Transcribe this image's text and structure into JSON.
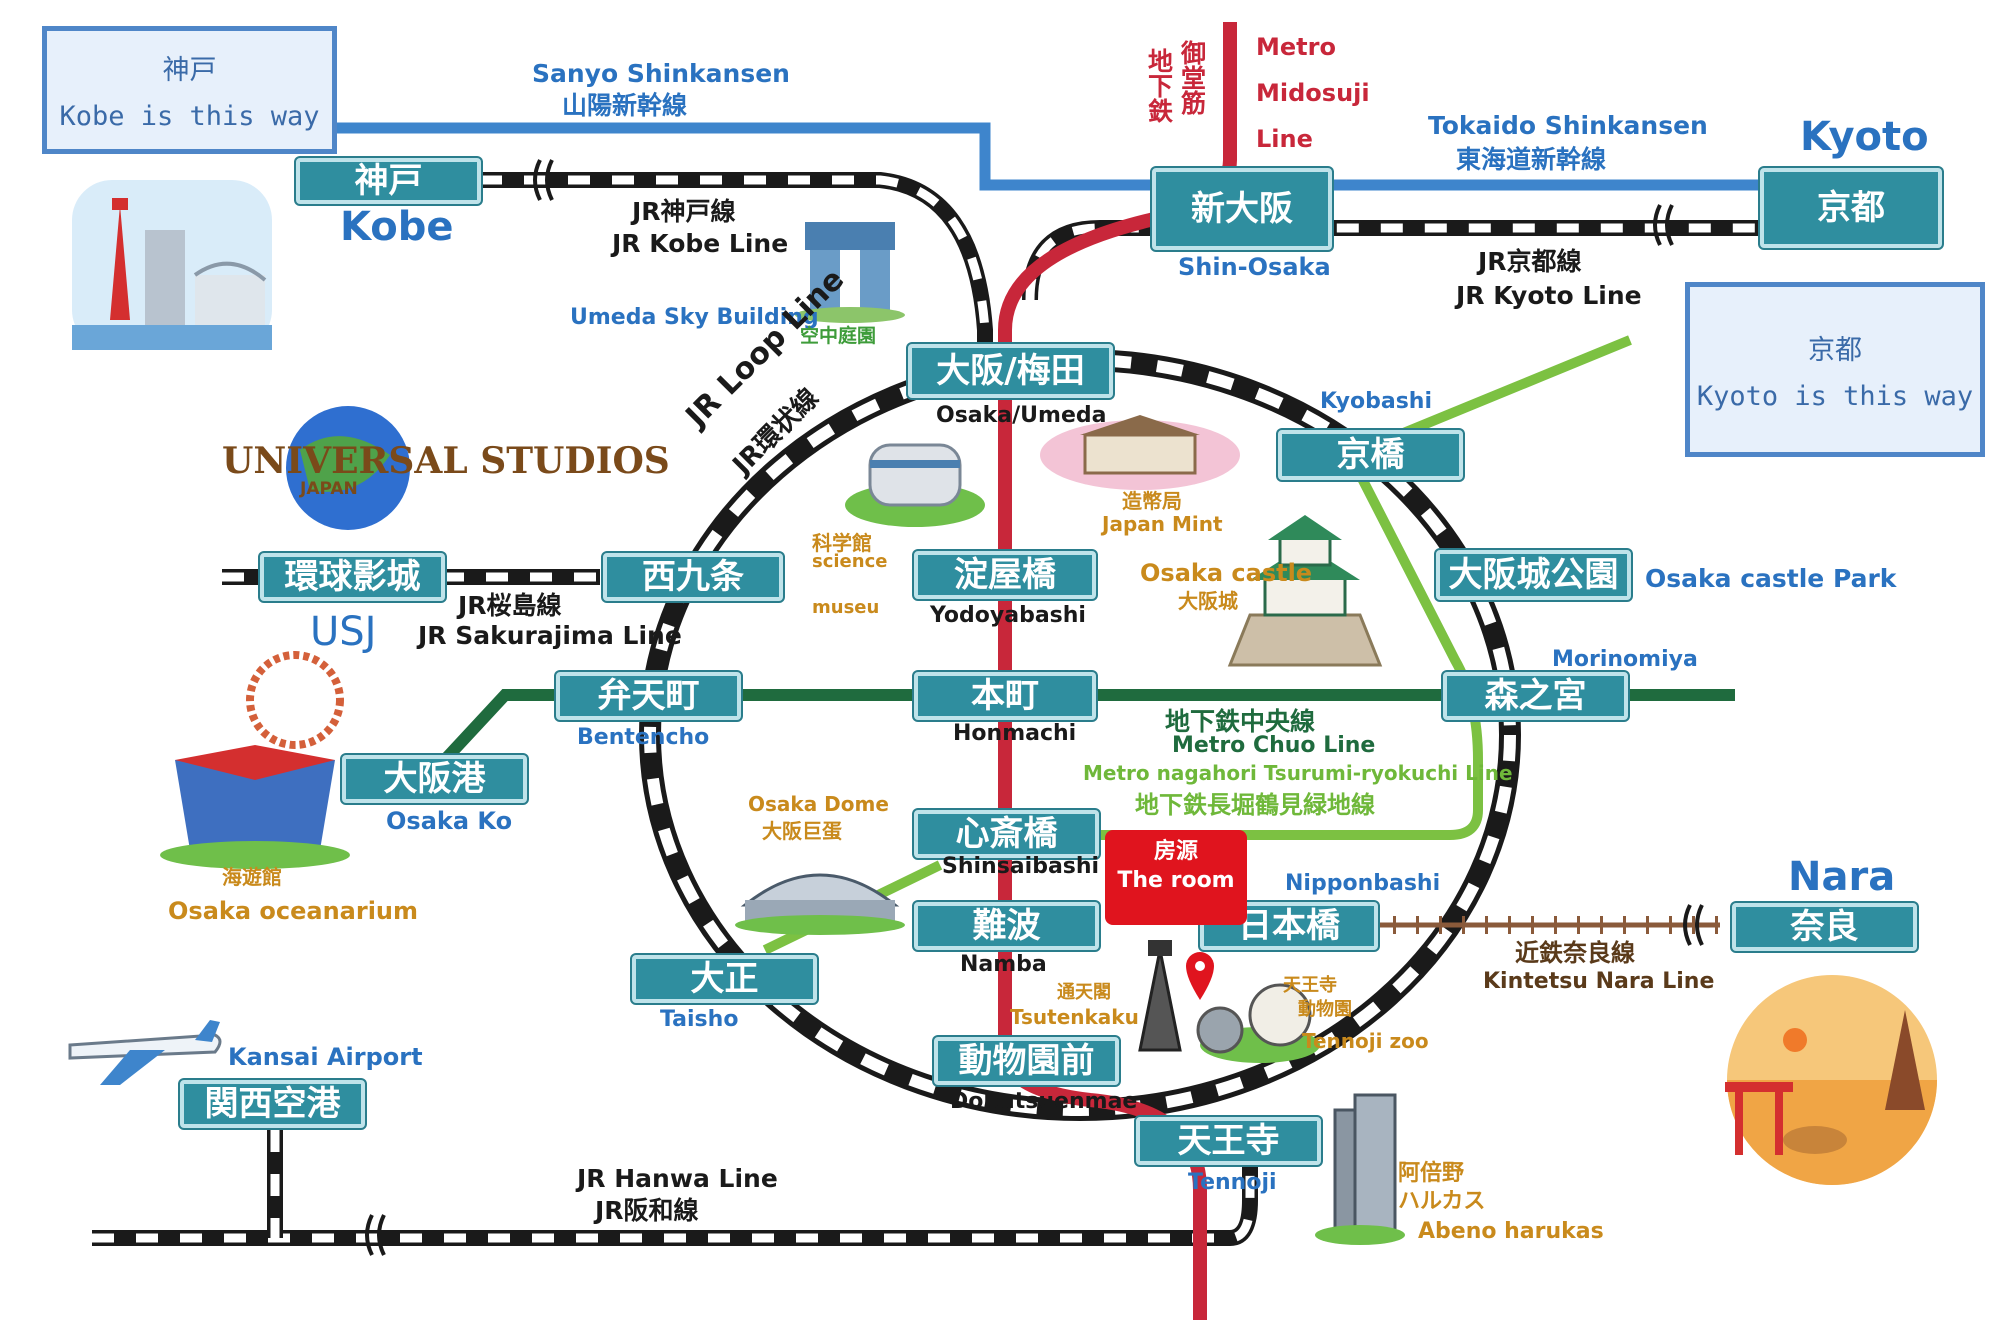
{
  "signs": {
    "kobe": {
      "jp": "神戸",
      "en": "Kobe is this way"
    },
    "kyoto": {
      "jp": "京都",
      "en": "Kyoto is this way"
    }
  },
  "stations": {
    "kobe": "神戸",
    "shin_osaka": "新大阪",
    "kyoto": "京都",
    "umeda": "大阪/梅田",
    "kyobashi": "京橋",
    "usj": "環球影城",
    "nishikujo": "西九条",
    "yodoyabashi": "淀屋橋",
    "osakajo_koen": "大阪城公園",
    "bentencho": "弁天町",
    "honmachi": "本町",
    "morinomiya": "森之宮",
    "osakako": "大阪港",
    "shinsaibashi": "心斎橋",
    "namba": "難波",
    "nipponbashi": "日本橋",
    "nara": "奈良",
    "taisho": "大正",
    "kansai_airport": "関西空港",
    "dobutsuenmae": "動物園前",
    "tennoji": "天王寺"
  },
  "labels": {
    "sanyo_en": "Sanyo Shinkansen",
    "sanyo_jp": "山陽新幹線",
    "tokaido_en": "Tokaido Shinkansen",
    "tokaido_jp": "東海道新幹線",
    "midosuji_jp": "御堂筋",
    "chikatetsu_jp": "地下鉄",
    "midosuji_en1": "Metro",
    "midosuji_en2": "Midosuji",
    "midosuji_en3": "Line",
    "kobe_city": "Kobe",
    "kyoto_city": "Kyoto",
    "nara_city": "Nara",
    "jr_kobe_jp": "JR神戸線",
    "jr_kobe_en": "JR Kobe Line",
    "jr_kyoto_jp": "JR京都線",
    "jr_kyoto_en": "JR Kyoto Line",
    "shin_osaka_en": "Shin-Osaka",
    "umeda_sky": "Umeda Sky Building",
    "kuchu_teien": "空中庭園",
    "loop_en": "JR Loop Line",
    "loop_jp": "JR環状線",
    "umeda_en": "Osaka/Umeda",
    "kyobashi_en": "Kyobashi",
    "japan_mint_jp": "造幣局",
    "japan_mint_en": "Japan Mint",
    "science_jp": "科学館",
    "science_en": "science",
    "museum_en": "museu",
    "osaka_castle_en": "Osaka castle",
    "osaka_castle_jp": "大阪城",
    "castle_park_en": "Osaka castle Park",
    "usj_en": "USJ",
    "universal_studios": "UNIVERSAL STUDIOS",
    "japan_word": "JAPAN",
    "sakurajima_jp": "JR桜島線",
    "sakurajima_en": "JR Sakurajima Line",
    "yodoyabashi_en": "Yodoyabashi",
    "morinomiya_en": "Morinomiya",
    "bentencho_en": "Bentencho",
    "honmachi_en": "Honmachi",
    "chuo_jp": "地下鉄中央線",
    "chuo_en": "Metro Chuo Line",
    "nagahori_en": "Metro nagahori Tsurumi-ryokuchi Line",
    "nagahori_jp": "地下鉄長堀鶴見緑地線",
    "osakako_en": "Osaka Ko",
    "osaka_dome_en": "Osaka Dome",
    "osaka_dome_jp": "大阪巨蛋",
    "kaiyukan_jp": "海遊館",
    "oceanarium_en": "Osaka oceanarium",
    "shinsaibashi_en": "Shinsaibashi",
    "room_jp": "房源",
    "room_en": "The room",
    "nipponbashi_en": "Nipponbashi",
    "namba_en": "Namba",
    "kintetsu_jp": "近鉄奈良線",
    "kintetsu_en": "Kintetsu Nara Line",
    "tsutenkaku_jp": "通天閣",
    "tsutenkaku_en": "Tsutenkaku",
    "tennoji_zoo_jp1": "天王寺",
    "tennoji_zoo_jp2": "動物園",
    "tennoji_zoo_en": "Tennoji zoo",
    "taisho_en": "Taisho",
    "kansai_airport_en": "Kansai Airport",
    "dobutsuenmae_en": "Dobutsuenmae",
    "tennoji_en": "Tennoji",
    "abeno_jp1": "阿倍野",
    "abeno_jp2": "ハルカス",
    "abeno_en": "Abeno harukas",
    "hanwa_en": "JR Hanwa Line",
    "hanwa_jp": "JR阪和線"
  },
  "colors": {
    "station_fill": "#2f8e9f",
    "shinkansen": "#3e85cc",
    "midosuji": "#c8273a",
    "chuo": "#1f6b3e",
    "nagahori": "#7cc142",
    "kintetsu": "#8a5a3a",
    "jr": "#1a1a1a",
    "room_marker": "#e0141e"
  }
}
